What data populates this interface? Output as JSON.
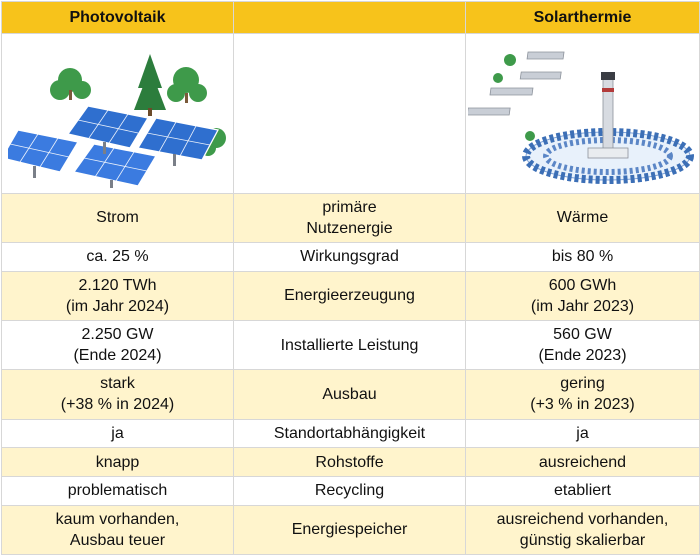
{
  "header": {
    "left": "Photovoltaik",
    "middle": "",
    "right": "Solarthermie"
  },
  "images": {
    "left_icon": "photovoltaic-panels-illustration",
    "right_icon": "solar-thermal-tower-illustration"
  },
  "rows": [
    {
      "left": "Strom",
      "middle": "primäre\nNutzenergie",
      "right": "Wärme"
    },
    {
      "left": "ca. 25 %",
      "middle": "Wirkungsgrad",
      "right": "bis 80 %"
    },
    {
      "left": "2.120 TWh\n(im Jahr 2024)",
      "middle": "Energieerzeugung",
      "right": "600 GWh\n(im Jahr 2023)"
    },
    {
      "left": "2.250 GW\n(Ende 2024)",
      "middle": "Installierte Leistung",
      "right": "560 GW\n(Ende 2023)"
    },
    {
      "left": "stark\n(+38 % in 2024)",
      "middle": "Ausbau",
      "right": "gering\n(+3 % in 2023)"
    },
    {
      "left": "ja",
      "middle": "Standortabhängigkeit",
      "right": "ja"
    },
    {
      "left": "knapp",
      "middle": "Rohstoffe",
      "right": "ausreichend"
    },
    {
      "left": "problematisch",
      "middle": "Recycling",
      "right": "etabliert"
    },
    {
      "left": "kaum vorhanden,\nAusbau teuer",
      "middle": "Energiespeicher",
      "right": "ausreichend vorhanden,\ngünstig skalierbar"
    }
  ],
  "colors": {
    "header_bg": "#f7c31b",
    "stripe_bg": "#fff4cc",
    "border": "#d7d7d7"
  }
}
